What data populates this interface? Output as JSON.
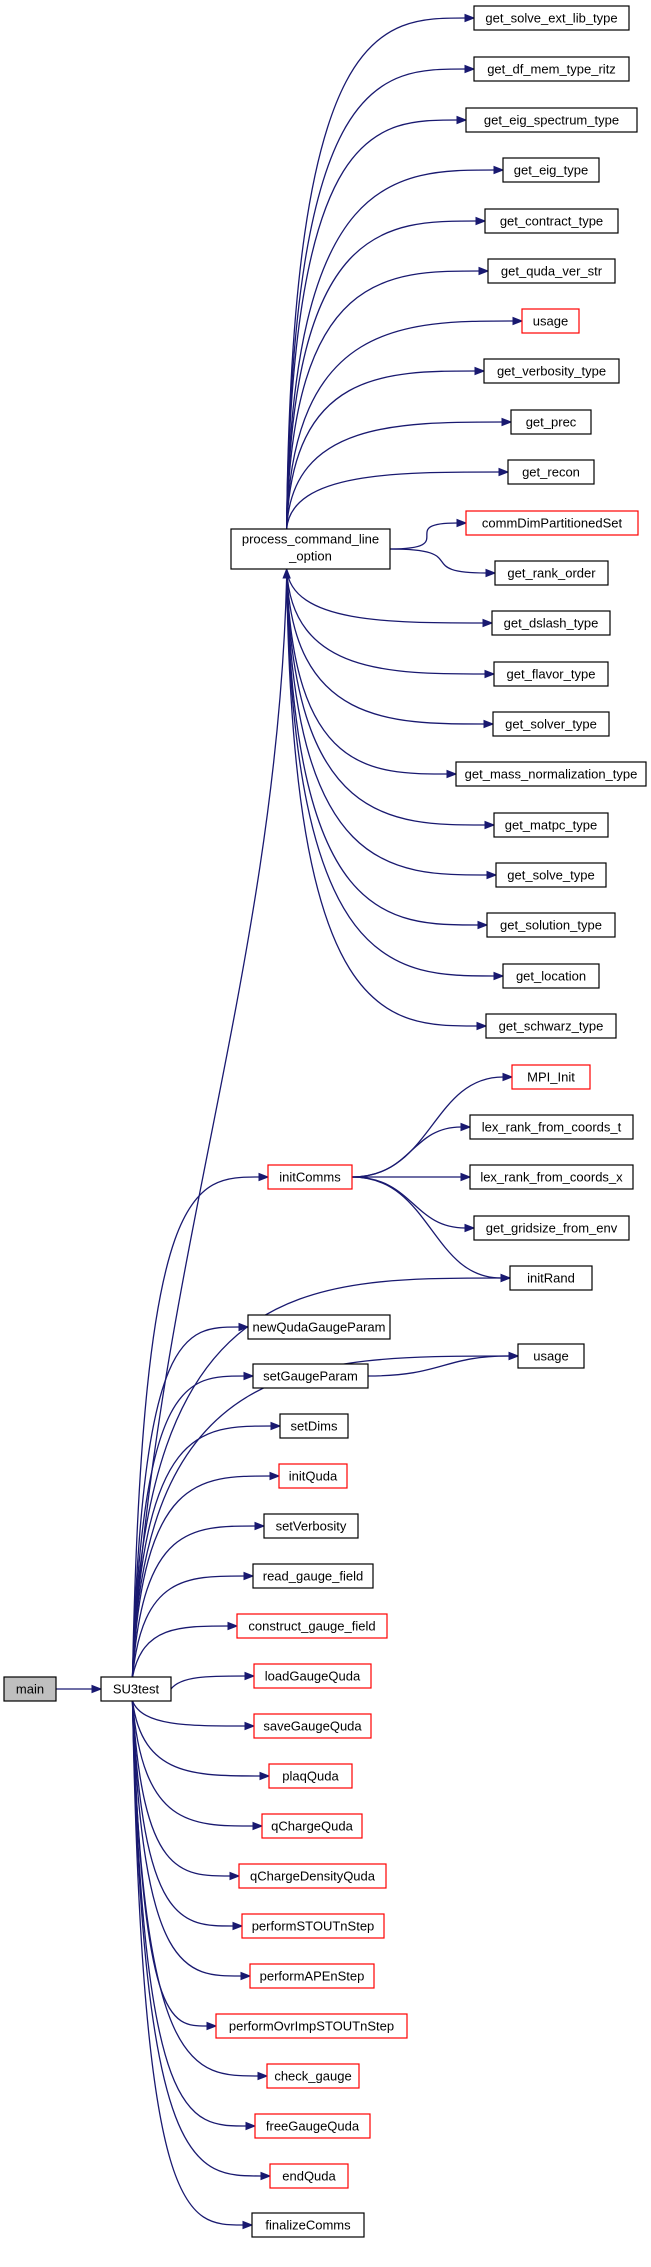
{
  "graph": {
    "nodes": [
      {
        "id": "main",
        "label": "main",
        "style": "root"
      },
      {
        "id": "SU3test",
        "label": "SU3test",
        "style": "normal"
      },
      {
        "id": "process_command_line_option",
        "lines": [
          "process_command_line",
          "_option"
        ],
        "style": "normal"
      },
      {
        "id": "get_solve_ext_lib_type",
        "label": "get_solve_ext_lib_type",
        "style": "normal"
      },
      {
        "id": "get_df_mem_type_ritz",
        "label": "get_df_mem_type_ritz",
        "style": "normal"
      },
      {
        "id": "get_eig_spectrum_type",
        "label": "get_eig_spectrum_type",
        "style": "normal"
      },
      {
        "id": "get_eig_type",
        "label": "get_eig_type",
        "style": "normal"
      },
      {
        "id": "get_contract_type",
        "label": "get_contract_type",
        "style": "normal"
      },
      {
        "id": "get_quda_ver_str",
        "label": "get_quda_ver_str",
        "style": "normal"
      },
      {
        "id": "usage_top",
        "label": "usage",
        "style": "red"
      },
      {
        "id": "get_verbosity_type",
        "label": "get_verbosity_type",
        "style": "normal"
      },
      {
        "id": "get_prec",
        "label": "get_prec",
        "style": "normal"
      },
      {
        "id": "get_recon",
        "label": "get_recon",
        "style": "normal"
      },
      {
        "id": "commDimPartitionedSet",
        "label": "commDimPartitionedSet",
        "style": "red"
      },
      {
        "id": "get_rank_order",
        "label": "get_rank_order",
        "style": "normal"
      },
      {
        "id": "get_dslash_type",
        "label": "get_dslash_type",
        "style": "normal"
      },
      {
        "id": "get_flavor_type",
        "label": "get_flavor_type",
        "style": "normal"
      },
      {
        "id": "get_solver_type",
        "label": "get_solver_type",
        "style": "normal"
      },
      {
        "id": "get_mass_normalization_type",
        "label": "get_mass_normalization_type",
        "style": "normal"
      },
      {
        "id": "get_matpc_type",
        "label": "get_matpc_type",
        "style": "normal"
      },
      {
        "id": "get_solve_type",
        "label": "get_solve_type",
        "style": "normal"
      },
      {
        "id": "get_solution_type",
        "label": "get_solution_type",
        "style": "normal"
      },
      {
        "id": "get_location",
        "label": "get_location",
        "style": "normal"
      },
      {
        "id": "get_schwarz_type",
        "label": "get_schwarz_type",
        "style": "normal"
      },
      {
        "id": "MPI_Init",
        "label": "MPI_Init",
        "style": "red"
      },
      {
        "id": "lex_rank_from_coords_t",
        "label": "lex_rank_from_coords_t",
        "style": "normal"
      },
      {
        "id": "lex_rank_from_coords_x",
        "label": "lex_rank_from_coords_x",
        "style": "normal"
      },
      {
        "id": "get_gridsize_from_env",
        "label": "get_gridsize_from_env",
        "style": "normal"
      },
      {
        "id": "initRand",
        "label": "initRand",
        "style": "normal"
      },
      {
        "id": "initComms",
        "label": "initComms",
        "style": "red"
      },
      {
        "id": "newQudaGaugeParam",
        "label": "newQudaGaugeParam",
        "style": "normal"
      },
      {
        "id": "usage_mid",
        "label": "usage",
        "style": "normal"
      },
      {
        "id": "setGaugeParam",
        "label": "setGaugeParam",
        "style": "normal"
      },
      {
        "id": "setDims",
        "label": "setDims",
        "style": "normal"
      },
      {
        "id": "initQuda",
        "label": "initQuda",
        "style": "red"
      },
      {
        "id": "setVerbosity",
        "label": "setVerbosity",
        "style": "normal"
      },
      {
        "id": "read_gauge_field",
        "label": "read_gauge_field",
        "style": "normal"
      },
      {
        "id": "construct_gauge_field",
        "label": "construct_gauge_field",
        "style": "red"
      },
      {
        "id": "loadGaugeQuda",
        "label": "loadGaugeQuda",
        "style": "red"
      },
      {
        "id": "saveGaugeQuda",
        "label": "saveGaugeQuda",
        "style": "red"
      },
      {
        "id": "plaqQuda",
        "label": "plaqQuda",
        "style": "red"
      },
      {
        "id": "qChargeQuda",
        "label": "qChargeQuda",
        "style": "red"
      },
      {
        "id": "qChargeDensityQuda",
        "label": "qChargeDensityQuda",
        "style": "red"
      },
      {
        "id": "performSTOUTnStep",
        "label": "performSTOUTnStep",
        "style": "red"
      },
      {
        "id": "performAPEnStep",
        "label": "performAPEnStep",
        "style": "red"
      },
      {
        "id": "performOvrImpSTOUTnStep",
        "label": "performOvrImpSTOUTnStep",
        "style": "red"
      },
      {
        "id": "check_gauge",
        "label": "check_gauge",
        "style": "red"
      },
      {
        "id": "freeGaugeQuda",
        "label": "freeGaugeQuda",
        "style": "red"
      },
      {
        "id": "endQuda",
        "label": "endQuda",
        "style": "red"
      },
      {
        "id": "finalizeComms",
        "label": "finalizeComms",
        "style": "normal"
      }
    ],
    "edges": [
      {
        "from": "main",
        "to": "SU3test"
      },
      {
        "from": "SU3test",
        "to": "process_command_line_option"
      },
      {
        "from": "process_command_line_option",
        "to": "get_solve_ext_lib_type"
      },
      {
        "from": "process_command_line_option",
        "to": "get_df_mem_type_ritz"
      },
      {
        "from": "process_command_line_option",
        "to": "get_eig_spectrum_type"
      },
      {
        "from": "process_command_line_option",
        "to": "get_eig_type"
      },
      {
        "from": "process_command_line_option",
        "to": "get_contract_type"
      },
      {
        "from": "process_command_line_option",
        "to": "get_quda_ver_str"
      },
      {
        "from": "process_command_line_option",
        "to": "usage_top"
      },
      {
        "from": "process_command_line_option",
        "to": "get_verbosity_type"
      },
      {
        "from": "process_command_line_option",
        "to": "get_prec"
      },
      {
        "from": "process_command_line_option",
        "to": "get_recon"
      },
      {
        "from": "process_command_line_option",
        "to": "commDimPartitionedSet"
      },
      {
        "from": "process_command_line_option",
        "to": "get_rank_order"
      },
      {
        "from": "process_command_line_option",
        "to": "get_dslash_type"
      },
      {
        "from": "process_command_line_option",
        "to": "get_flavor_type"
      },
      {
        "from": "process_command_line_option",
        "to": "get_solver_type"
      },
      {
        "from": "process_command_line_option",
        "to": "get_mass_normalization_type"
      },
      {
        "from": "process_command_line_option",
        "to": "get_matpc_type"
      },
      {
        "from": "process_command_line_option",
        "to": "get_solve_type"
      },
      {
        "from": "process_command_line_option",
        "to": "get_solution_type"
      },
      {
        "from": "process_command_line_option",
        "to": "get_location"
      },
      {
        "from": "process_command_line_option",
        "to": "get_schwarz_type"
      },
      {
        "from": "SU3test",
        "to": "initComms"
      },
      {
        "from": "initComms",
        "to": "MPI_Init"
      },
      {
        "from": "initComms",
        "to": "lex_rank_from_coords_t"
      },
      {
        "from": "initComms",
        "to": "lex_rank_from_coords_x"
      },
      {
        "from": "initComms",
        "to": "get_gridsize_from_env"
      },
      {
        "from": "initComms",
        "to": "initRand"
      },
      {
        "from": "SU3test",
        "to": "initRand"
      },
      {
        "from": "SU3test",
        "to": "usage_mid"
      },
      {
        "from": "SU3test",
        "to": "newQudaGaugeParam"
      },
      {
        "from": "SU3test",
        "to": "setGaugeParam"
      },
      {
        "from": "setGaugeParam",
        "to": "usage_mid"
      },
      {
        "from": "SU3test",
        "to": "setDims"
      },
      {
        "from": "SU3test",
        "to": "initQuda"
      },
      {
        "from": "SU3test",
        "to": "setVerbosity"
      },
      {
        "from": "SU3test",
        "to": "read_gauge_field"
      },
      {
        "from": "SU3test",
        "to": "construct_gauge_field"
      },
      {
        "from": "SU3test",
        "to": "loadGaugeQuda"
      },
      {
        "from": "SU3test",
        "to": "saveGaugeQuda"
      },
      {
        "from": "SU3test",
        "to": "plaqQuda"
      },
      {
        "from": "SU3test",
        "to": "qChargeQuda"
      },
      {
        "from": "SU3test",
        "to": "qChargeDensityQuda"
      },
      {
        "from": "SU3test",
        "to": "performSTOUTnStep"
      },
      {
        "from": "SU3test",
        "to": "performAPEnStep"
      },
      {
        "from": "SU3test",
        "to": "performOvrImpSTOUTnStep"
      },
      {
        "from": "SU3test",
        "to": "check_gauge"
      },
      {
        "from": "SU3test",
        "to": "freeGaugeQuda"
      },
      {
        "from": "SU3test",
        "to": "endQuda"
      },
      {
        "from": "SU3test",
        "to": "finalizeComms"
      }
    ]
  }
}
